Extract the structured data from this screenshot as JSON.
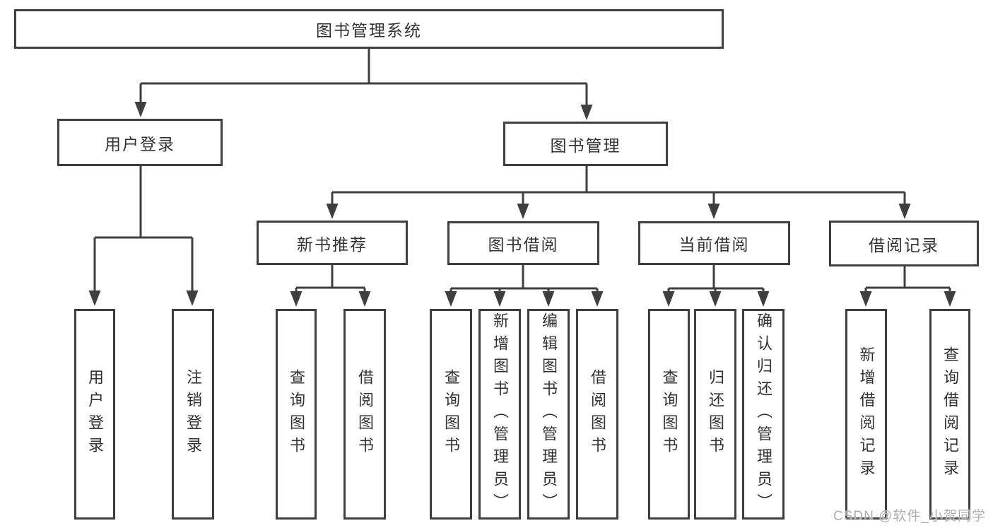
{
  "diagram": {
    "root_label": "图书管理系统",
    "user_login": {
      "label": "用户登录",
      "children": [
        "用户登录",
        "注销登录"
      ]
    },
    "book_mgmt": {
      "label": "图书管理",
      "sections": [
        {
          "label": "新书推荐",
          "children": [
            "查询图书",
            "借阅图书"
          ]
        },
        {
          "label": "图书借阅",
          "children": [
            "查询图书",
            "新增图书（管理员）",
            "编辑图书（管理员）",
            "借阅图书"
          ]
        },
        {
          "label": "当前借阅",
          "children": [
            "查询图书",
            "归还图书",
            "确认归还（管理员）"
          ]
        },
        {
          "label": "借阅记录",
          "children": [
            "新增借阅记录",
            "查询借阅记录"
          ]
        }
      ]
    },
    "watermark": "CSDN @软件_小贺同学"
  }
}
